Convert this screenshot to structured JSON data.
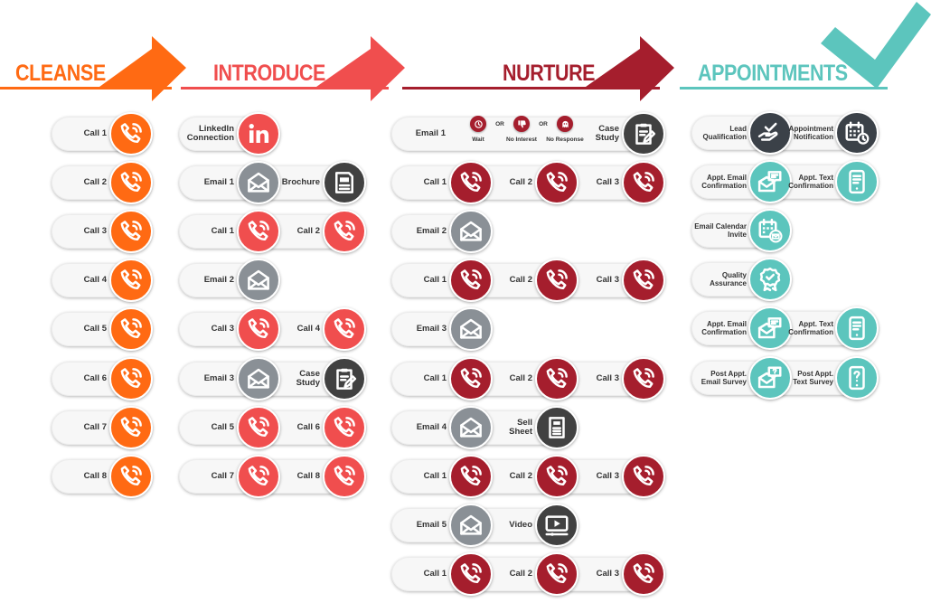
{
  "colors": {
    "cleanse": "#ff6a13",
    "introduce": "#f04e4e",
    "nurture": "#a51e2d",
    "appointments": "#5cc5bd",
    "email_gray": "#8a9096",
    "doc_dark": "#414141",
    "appt_dark": "#3b4148"
  },
  "stages": {
    "cleanse": {
      "title": "CLEANSE"
    },
    "introduce": {
      "title": "INTRODUCE"
    },
    "nurture": {
      "title": "NURTURE"
    },
    "appointments": {
      "title": "APPOINTMENTS"
    }
  },
  "cleanse_steps": [
    {
      "label": "Call 1",
      "icon": "phone-icon"
    },
    {
      "label": "Call 2",
      "icon": "phone-icon"
    },
    {
      "label": "Call 3",
      "icon": "phone-icon"
    },
    {
      "label": "Call 4",
      "icon": "phone-icon"
    },
    {
      "label": "Call 5",
      "icon": "phone-icon"
    },
    {
      "label": "Call 6",
      "icon": "phone-icon"
    },
    {
      "label": "Call 7",
      "icon": "phone-icon"
    },
    {
      "label": "Call 8",
      "icon": "phone-icon"
    }
  ],
  "introduce_rows": [
    [
      {
        "label": "LinkedIn\nConnection",
        "icon": "linkedin-icon",
        "color": "introduce"
      }
    ],
    [
      {
        "label": "Email 1",
        "icon": "envelope-icon",
        "color": "email_gray"
      },
      {
        "label": "Brochure",
        "icon": "brochure-icon",
        "color": "doc_dark"
      }
    ],
    [
      {
        "label": "Call 1",
        "icon": "phone-icon",
        "color": "introduce"
      },
      {
        "label": "Call 2",
        "icon": "phone-icon",
        "color": "introduce"
      }
    ],
    [
      {
        "label": "Email 2",
        "icon": "envelope-icon",
        "color": "email_gray"
      }
    ],
    [
      {
        "label": "Call 3",
        "icon": "phone-icon",
        "color": "introduce"
      },
      {
        "label": "Call 4",
        "icon": "phone-icon",
        "color": "introduce"
      }
    ],
    [
      {
        "label": "Email 3",
        "icon": "envelope-icon",
        "color": "email_gray"
      },
      {
        "label": "Case\nStudy",
        "icon": "clipboard-icon",
        "color": "doc_dark"
      }
    ],
    [
      {
        "label": "Call 5",
        "icon": "phone-icon",
        "color": "introduce"
      },
      {
        "label": "Call 6",
        "icon": "phone-icon",
        "color": "introduce"
      }
    ],
    [
      {
        "label": "Call 7",
        "icon": "phone-icon",
        "color": "introduce"
      },
      {
        "label": "Call 8",
        "icon": "phone-icon",
        "color": "introduce"
      }
    ]
  ],
  "nurture_first": {
    "label": "Email 1",
    "options": [
      {
        "label": "Wait",
        "icon": "clock-icon"
      },
      {
        "label": "No Interest",
        "icon": "thumbs-down-icon"
      },
      {
        "label": "No Response",
        "icon": "ghost-icon"
      }
    ],
    "or": "OR",
    "end": {
      "label": "Case\nStudy",
      "icon": "clipboard-icon",
      "color": "doc_dark"
    }
  },
  "nurture_rows": [
    [
      {
        "label": "Call 1",
        "icon": "phone-icon",
        "color": "nurture"
      },
      {
        "label": "Call 2",
        "icon": "phone-icon",
        "color": "nurture"
      },
      {
        "label": "Call 3",
        "icon": "phone-icon",
        "color": "nurture"
      }
    ],
    [
      {
        "label": "Email 2",
        "icon": "envelope-icon",
        "color": "email_gray"
      }
    ],
    [
      {
        "label": "Call 1",
        "icon": "phone-icon",
        "color": "nurture"
      },
      {
        "label": "Call 2",
        "icon": "phone-icon",
        "color": "nurture"
      },
      {
        "label": "Call 3",
        "icon": "phone-icon",
        "color": "nurture"
      }
    ],
    [
      {
        "label": "Email 3",
        "icon": "envelope-icon",
        "color": "email_gray"
      }
    ],
    [
      {
        "label": "Call 1",
        "icon": "phone-icon",
        "color": "nurture"
      },
      {
        "label": "Call 2",
        "icon": "phone-icon",
        "color": "nurture"
      },
      {
        "label": "Call 3",
        "icon": "phone-icon",
        "color": "nurture"
      }
    ],
    [
      {
        "label": "Email 4",
        "icon": "envelope-icon",
        "color": "email_gray"
      },
      {
        "label": "Sell\nSheet",
        "icon": "document-icon",
        "color": "doc_dark"
      }
    ],
    [
      {
        "label": "Call 1",
        "icon": "phone-icon",
        "color": "nurture"
      },
      {
        "label": "Call 2",
        "icon": "phone-icon",
        "color": "nurture"
      },
      {
        "label": "Call 3",
        "icon": "phone-icon",
        "color": "nurture"
      }
    ],
    [
      {
        "label": "Email 5",
        "icon": "envelope-icon",
        "color": "email_gray"
      },
      {
        "label": "Video",
        "icon": "video-icon",
        "color": "doc_dark"
      }
    ],
    [
      {
        "label": "Call 1",
        "icon": "phone-icon",
        "color": "nurture"
      },
      {
        "label": "Call 2",
        "icon": "phone-icon",
        "color": "nurture"
      },
      {
        "label": "Call 3",
        "icon": "phone-icon",
        "color": "nurture"
      }
    ]
  ],
  "appointment_rows": [
    [
      {
        "label": "Lead\nQualification",
        "icon": "handshake-check-icon",
        "color": "appt_dark"
      },
      {
        "label": "Appointment\nNotification",
        "icon": "calendar-clock-icon",
        "color": "appt_dark"
      }
    ],
    [
      {
        "label": "Appt. Email\nConfirmation",
        "icon": "email-chat-icon",
        "color": "appointments"
      },
      {
        "label": "Appt. Text\nConfirmation",
        "icon": "mobile-text-icon",
        "color": "appointments"
      }
    ],
    [
      {
        "label": "Email Calendar\nInvite",
        "icon": "calendar-email-icon",
        "color": "appointments"
      }
    ],
    [
      {
        "label": "Quality\nAssurance",
        "icon": "badge-check-icon",
        "color": "appointments"
      }
    ],
    [
      {
        "label": "Appt. Email\nConfirmation",
        "icon": "email-chat-icon",
        "color": "appointments"
      },
      {
        "label": "Appt. Text\nConfirmation",
        "icon": "mobile-text-icon",
        "color": "appointments"
      }
    ],
    [
      {
        "label": "Post Appt.\nEmail Survey",
        "icon": "email-question-icon",
        "color": "appointments"
      },
      {
        "label": "Post Appt.\nText Survey",
        "icon": "mobile-question-icon",
        "color": "appointments"
      }
    ]
  ]
}
